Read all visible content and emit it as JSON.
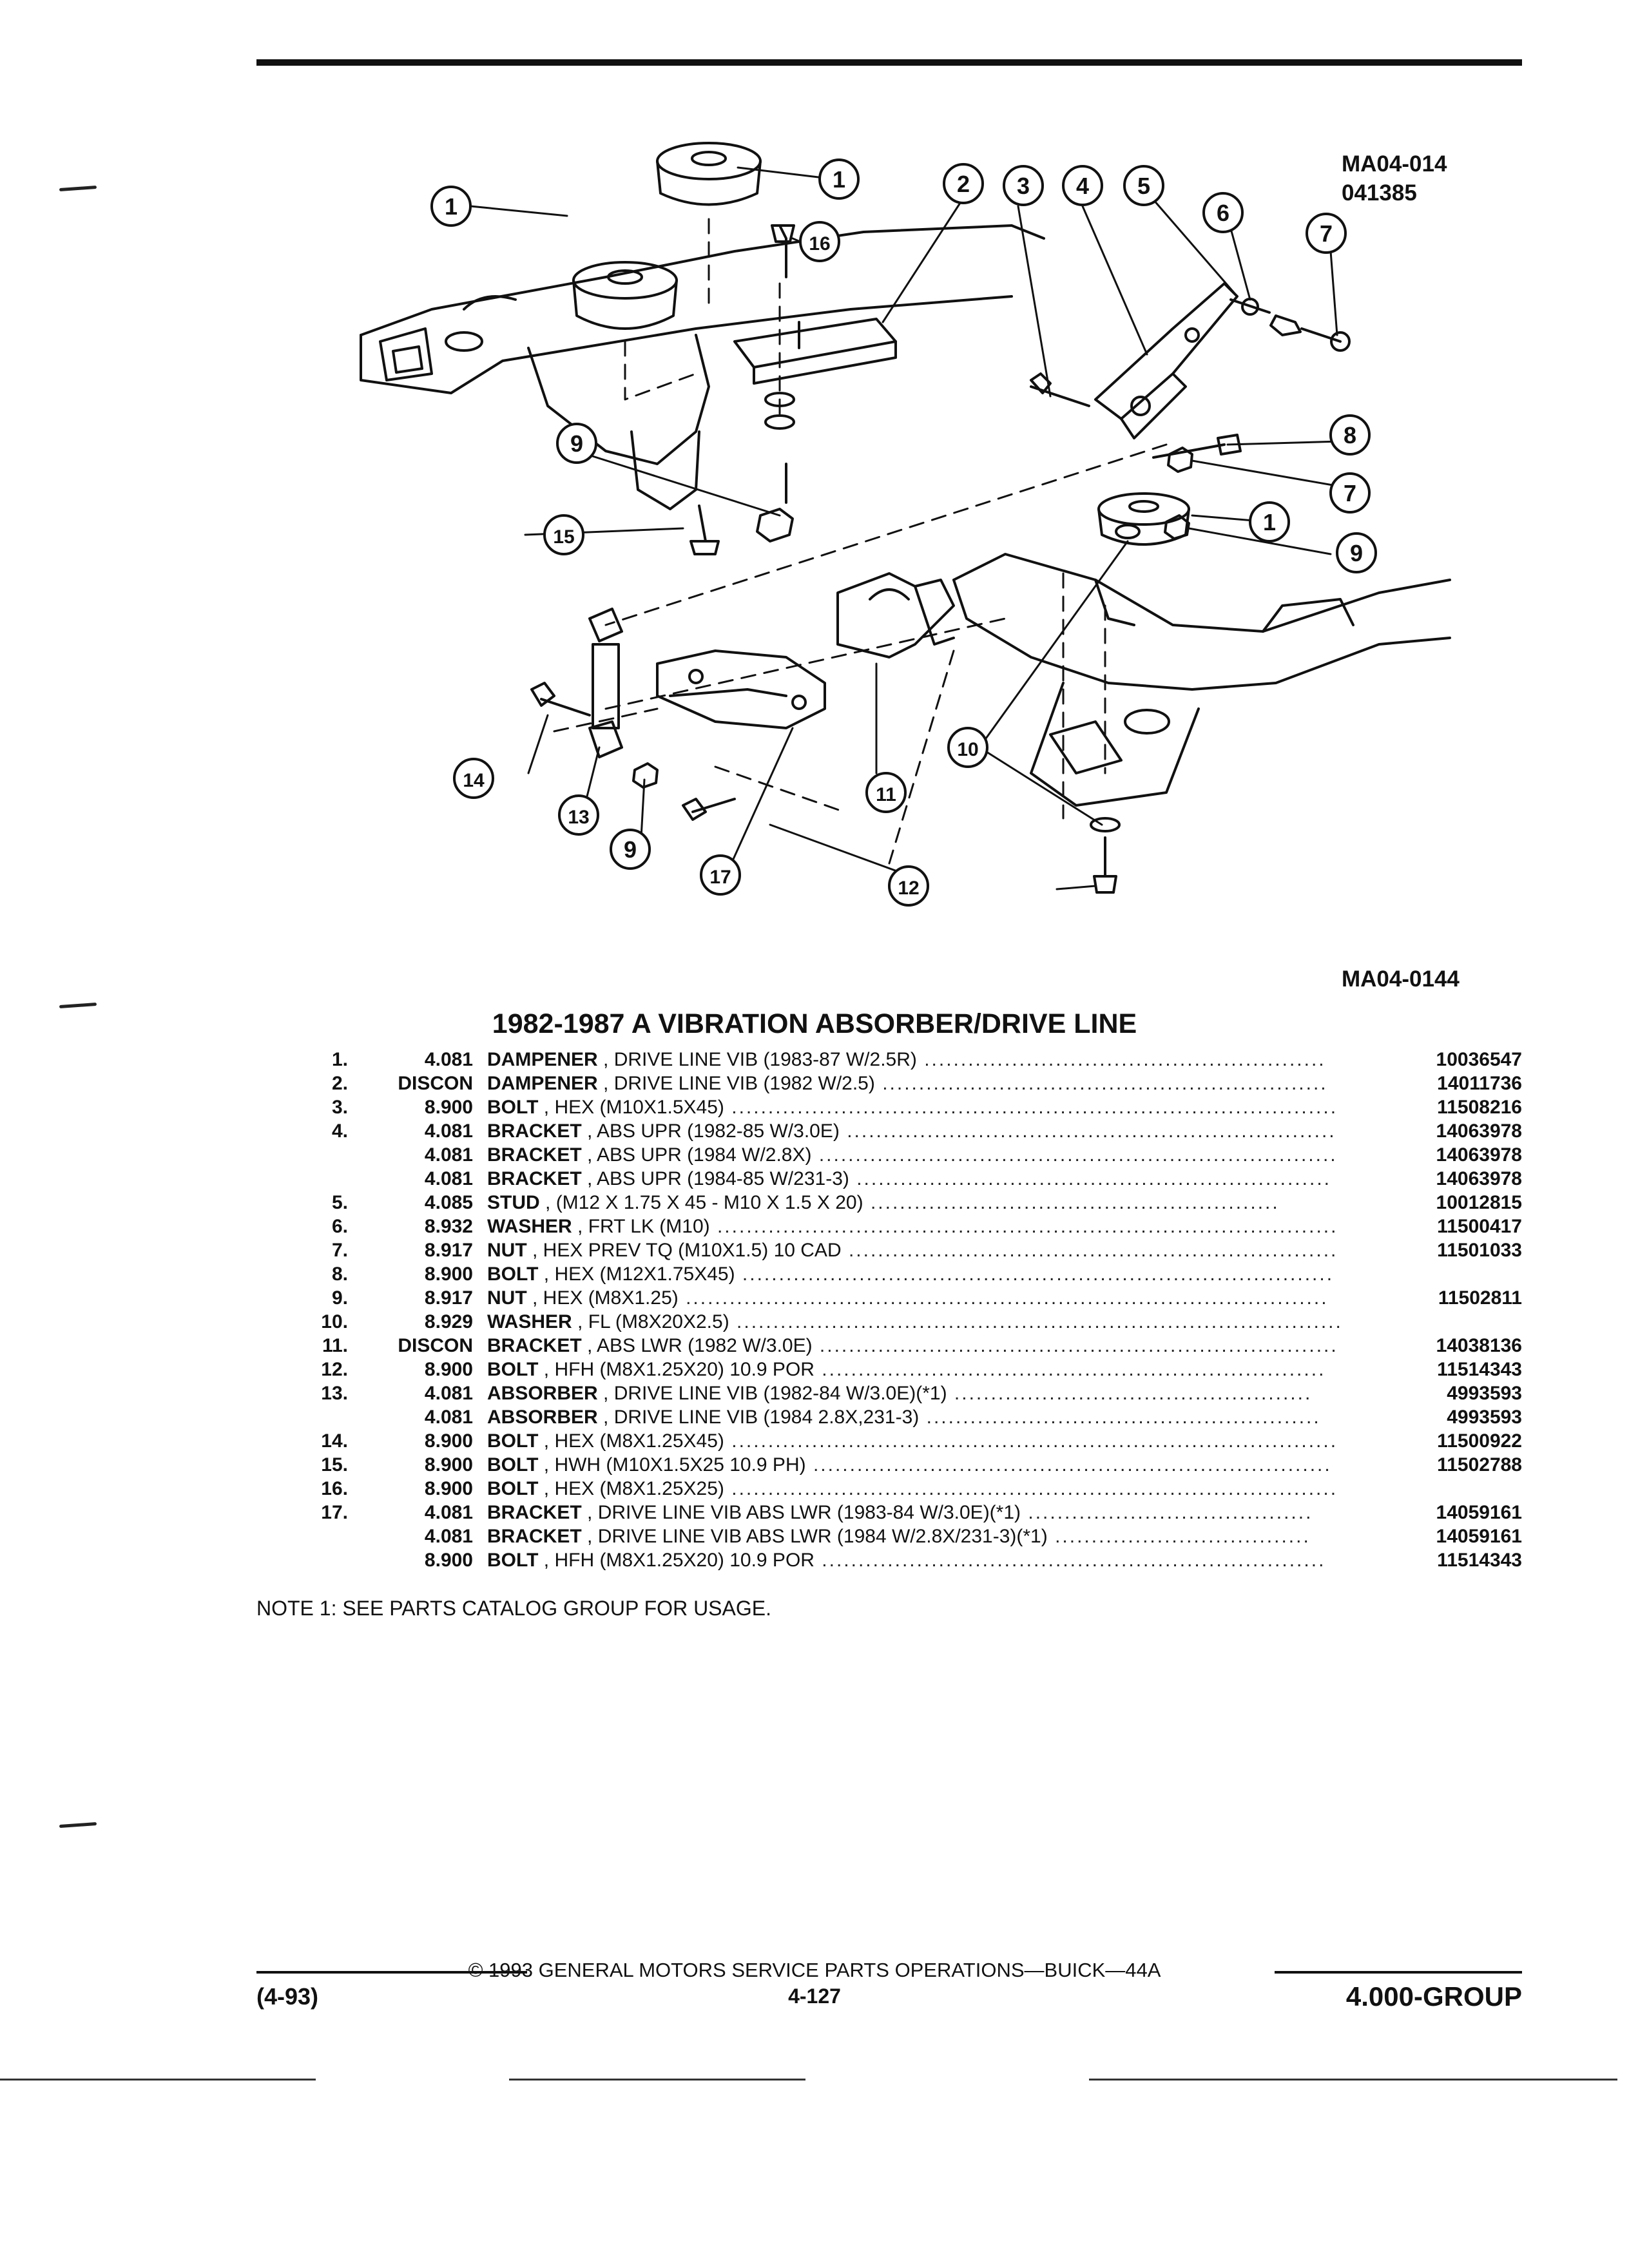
{
  "header": {
    "fig_ref_top": "MA04-014",
    "fig_date": "041385",
    "fig_ref_bottom": "MA04-0144"
  },
  "callouts": [
    "1",
    "1",
    "1",
    "2",
    "3",
    "4",
    "5",
    "6",
    "7",
    "7",
    "8",
    "9",
    "9",
    "9",
    "10",
    "11",
    "12",
    "13",
    "14",
    "15",
    "16",
    "17"
  ],
  "title": "1982-1987 A VIBRATION ABSORBER/DRIVE LINE",
  "parts": [
    {
      "item": "1.",
      "code": "4.081",
      "name": "DAMPENER",
      "spec": "DRIVE LINE VIB (1983-87 W/2.5R)",
      "part": "10036547"
    },
    {
      "item": "2.",
      "code": "DISCON",
      "name": "DAMPENER",
      "spec": "DRIVE LINE VIB (1982 W/2.5)",
      "part": "14011736"
    },
    {
      "item": "3.",
      "code": "8.900",
      "name": "BOLT",
      "spec": "HEX (M10X1.5X45)",
      "part": "11508216"
    },
    {
      "item": "4.",
      "code": "4.081",
      "name": "BRACKET",
      "spec": "ABS UPR (1982-85 W/3.0E)",
      "part": "14063978"
    },
    {
      "item": "",
      "code": "4.081",
      "name": "BRACKET",
      "spec": "ABS UPR (1984 W/2.8X)",
      "part": "14063978"
    },
    {
      "item": "",
      "code": "4.081",
      "name": "BRACKET",
      "spec": "ABS UPR (1984-85 W/231-3)",
      "part": "14063978"
    },
    {
      "item": "5.",
      "code": "4.085",
      "name": "STUD",
      "spec": "(M12 X 1.75 X 45 - M10 X 1.5 X 20)",
      "part": "10012815"
    },
    {
      "item": "6.",
      "code": "8.932",
      "name": "WASHER",
      "spec": "FRT LK (M10)",
      "part": "11500417"
    },
    {
      "item": "7.",
      "code": "8.917",
      "name": "NUT",
      "spec": "HEX PREV TQ (M10X1.5) 10 CAD",
      "part": "11501033"
    },
    {
      "item": "8.",
      "code": "8.900",
      "name": "BOLT",
      "spec": "HEX (M12X1.75X45)",
      "part": ""
    },
    {
      "item": "9.",
      "code": "8.917",
      "name": "NUT",
      "spec": "HEX (M8X1.25)",
      "part": "11502811"
    },
    {
      "item": "10.",
      "code": "8.929",
      "name": "WASHER",
      "spec": "FL (M8X20X2.5)",
      "part": ""
    },
    {
      "item": "11.",
      "code": "DISCON",
      "name": "BRACKET",
      "spec": "ABS LWR (1982 W/3.0E)",
      "part": "14038136"
    },
    {
      "item": "12.",
      "code": "8.900",
      "name": "BOLT",
      "spec": "HFH (M8X1.25X20) 10.9 POR",
      "part": "11514343"
    },
    {
      "item": "13.",
      "code": "4.081",
      "name": "ABSORBER",
      "spec": "DRIVE LINE VIB (1982-84 W/3.0E)(*1)",
      "part": "4993593"
    },
    {
      "item": "",
      "code": "4.081",
      "name": "ABSORBER",
      "spec": "DRIVE LINE VIB (1984 2.8X,231-3)",
      "part": "4993593"
    },
    {
      "item": "14.",
      "code": "8.900",
      "name": "BOLT",
      "spec": "HEX (M8X1.25X45)",
      "part": "11500922"
    },
    {
      "item": "15.",
      "code": "8.900",
      "name": "BOLT",
      "spec": "HWH (M10X1.5X25 10.9 PH)",
      "part": "11502788"
    },
    {
      "item": "16.",
      "code": "8.900",
      "name": "BOLT",
      "spec": "HEX (M8X1.25X25)",
      "part": ""
    },
    {
      "item": "17.",
      "code": "4.081",
      "name": "BRACKET",
      "spec": "DRIVE LINE VIB ABS LWR (1983-84 W/3.0E)(*1)",
      "part": "14059161"
    },
    {
      "item": "",
      "code": "4.081",
      "name": "BRACKET",
      "spec": "DRIVE LINE VIB ABS LWR (1984 W/2.8X/231-3)(*1)",
      "part": "14059161"
    },
    {
      "item": "",
      "code": "8.900",
      "name": "BOLT",
      "spec": "HFH (M8X1.25X20) 10.9 POR",
      "part": "11514343"
    }
  ],
  "note": "NOTE  1:  SEE PARTS CATALOG GROUP FOR USAGE.",
  "footer": {
    "copyright": "© 1993  GENERAL MOTORS SERVICE PARTS OPERATIONS—BUICK—44A",
    "date": "(4-93)",
    "page": "4-127",
    "group": "4.000-GROUP"
  }
}
